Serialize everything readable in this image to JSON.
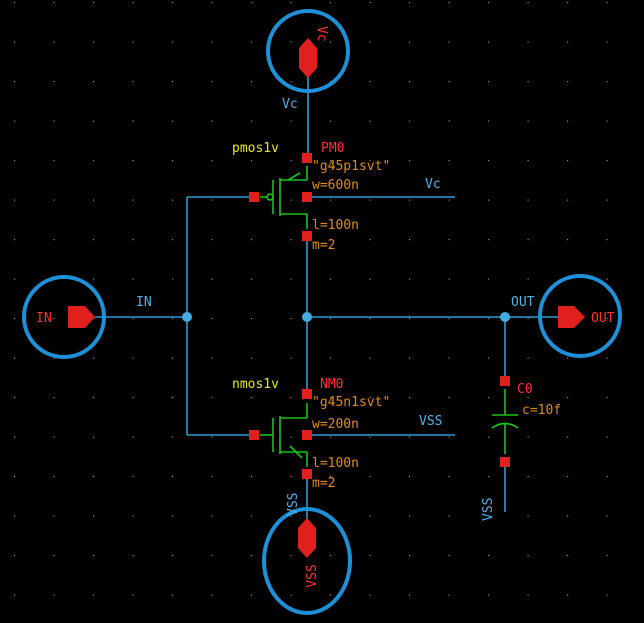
{
  "colors": {
    "background": "#000000",
    "wire": "#2f9bd6",
    "device": "#19c319",
    "pin": "#e0201c",
    "net_label": "#4fb3e6",
    "param": "#e08a1e",
    "instance": "#ff3030",
    "cell": "#e6e62a",
    "highlight_ring": "#1e90d8"
  },
  "pins": {
    "vc": "Vc",
    "vc_net": "Vc",
    "in": "IN",
    "in_net": "IN",
    "out": "OUT",
    "out_net": "OUT",
    "vss": "VSS",
    "vss_net": "VSS"
  },
  "pmos": {
    "cell": "pmos1v",
    "instance": "PM0",
    "model": "\"g45p1svt\"",
    "w": "w=600n",
    "l": "l=100n",
    "m": "m=2",
    "bulk_net": "Vc"
  },
  "nmos": {
    "cell": "nmos1v",
    "instance": "NM0",
    "model": "\"g45n1svt\"",
    "w": "w=200n",
    "l": "l=100n",
    "m": "m=2",
    "bulk_net": "VSS"
  },
  "cap": {
    "instance": "C0",
    "c": "c=10f",
    "ground_net": "VSS"
  },
  "icons": [
    "input-pin-icon",
    "output-pin-icon",
    "inout-pin-icon"
  ]
}
